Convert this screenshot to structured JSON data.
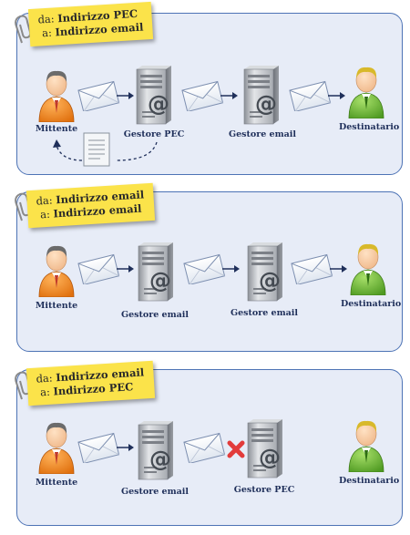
{
  "panels": [
    {
      "note": {
        "from_prefix": "da:",
        "from_value": "Indirizzo PEC",
        "to_prefix": "a:",
        "to_value": "Indirizzo email"
      },
      "labels": {
        "sender": "Mittente",
        "server1": "Gestore PEC",
        "server2": "Gestore email",
        "recipient": "Destinatario"
      },
      "receipt_returned": true
    },
    {
      "note": {
        "from_prefix": "da:",
        "from_value": "Indirizzo email",
        "to_prefix": "a:",
        "to_value": "Indirizzo email"
      },
      "labels": {
        "sender": "Mittente",
        "server1": "Gestore email",
        "server2": "Gestore email",
        "recipient": "Destinatario"
      },
      "receipt_returned": false
    },
    {
      "note": {
        "from_prefix": "da:",
        "from_value": "Indirizzo email",
        "to_prefix": "a:",
        "to_value": "Indirizzo PEC"
      },
      "labels": {
        "sender": "Mittente",
        "server1": "Gestore email",
        "server2": "Gestore PEC",
        "recipient": "Destinatario"
      },
      "blocked": true
    }
  ],
  "colors": {
    "panel_bg": "#e7ecf7",
    "panel_border": "#4d73b5",
    "note": "#fbe34a",
    "sender": "#f08c1e",
    "recipient": "#7cc242",
    "server": "#c9ccd1",
    "reject": "#e23b3b"
  }
}
